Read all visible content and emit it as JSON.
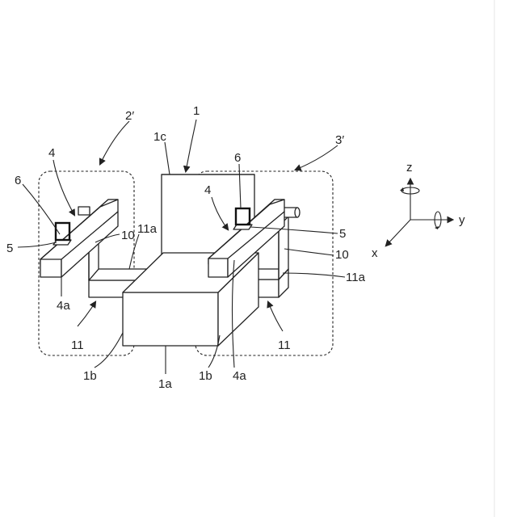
{
  "labels": {
    "robot": "1",
    "base": "1a",
    "base_left": "1b",
    "base_right": "1b",
    "column": "1c",
    "unit_left": "2′",
    "unit_right": "3′",
    "arm_left": "4",
    "arm_right": "4",
    "arm_end_left": "4a",
    "arm_end_right": "4a",
    "gripper_left": "5",
    "gripper_right": "5",
    "sensor_left": "6",
    "sensor_right": "6",
    "support_left": "10",
    "support_right": "10",
    "block_left": "11",
    "block_right": "11",
    "block_top_left": "11a",
    "block_top_right": "11a"
  },
  "axes": {
    "z": "z",
    "y": "y",
    "x": "x"
  },
  "colors": {
    "line": "#222222",
    "background": "#ffffff"
  }
}
